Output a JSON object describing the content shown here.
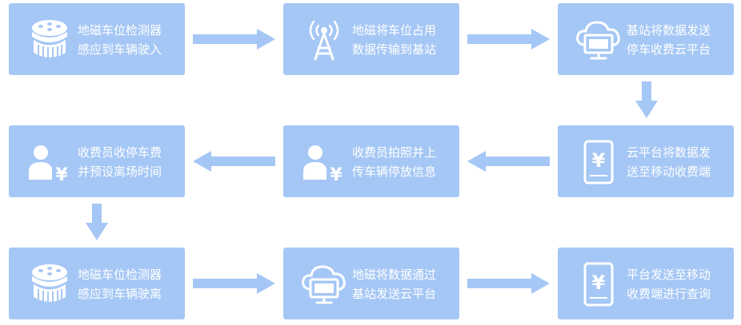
{
  "colors": {
    "box": "#a5c7f5",
    "arrow": "#a5c7f5",
    "text": "#ffffff"
  },
  "steps": [
    {
      "icon": "magnetic-sensor-icon",
      "line1": "地磁车位检测器",
      "line2": "感应到车辆驶入"
    },
    {
      "icon": "antenna-tower-icon",
      "line1": "地磁将车位占用",
      "line2": "数据传输到基站"
    },
    {
      "icon": "cloud-monitor-icon",
      "line1": "基站将数据发送",
      "line2": "停车收费云平台"
    },
    {
      "icon": "mobile-payment-icon",
      "line1": "云平台将数据发",
      "line2": "送至移动收费端"
    },
    {
      "icon": "collector-payment-icon",
      "line1": "收费员拍照并上",
      "line2": "传车辆停放信息"
    },
    {
      "icon": "collector-payment-icon",
      "line1": "收费员收停车费",
      "line2": "并预设离场时间"
    },
    {
      "icon": "magnetic-sensor-icon",
      "line1": "地磁车位检测器",
      "line2": "感应到车辆驶离"
    },
    {
      "icon": "cloud-monitor-icon",
      "line1": "地磁将数据通过",
      "line2": "基站发送云平台"
    },
    {
      "icon": "mobile-payment-icon",
      "line1": "平台发送至移动",
      "line2": "收费端进行查询"
    }
  ]
}
